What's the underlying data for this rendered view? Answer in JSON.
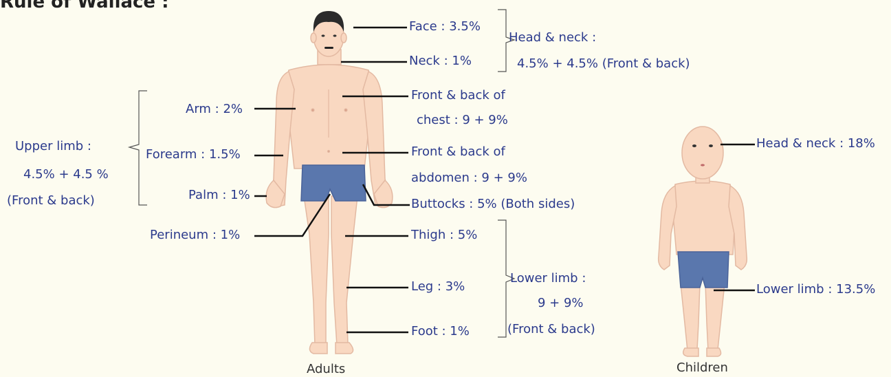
{
  "title": "Rule of Wallace :",
  "colors": {
    "label_text": "#2b3a8c",
    "skin": "#f9d8c1",
    "skin_outline": "#e3b9a2",
    "shorts": "#5a77ad",
    "hair": "#2b2b2b",
    "background": "#fdfcf0"
  },
  "adult": {
    "caption": "Adults",
    "face": "Face : 3.5%",
    "neck": "Neck : 1%",
    "head_neck_title": "Head & neck :",
    "head_neck_value": "4.5% + 4.5% (Front & back)",
    "arm": "Arm : 2%",
    "forearm": "Forearm : 1.5%",
    "palm": "Palm : 1%",
    "upper_limb_title": "Upper limb :",
    "upper_limb_value": "4.5% + 4.5 %",
    "upper_limb_note": "(Front & back)",
    "chest_line1": "Front & back of",
    "chest_line2": "chest : 9 + 9%",
    "abdomen_line1": "Front & back of",
    "abdomen_line2": "abdomen : 9 + 9%",
    "buttocks": "Buttocks : 5% (Both sides)",
    "perineum": "Perineum : 1%",
    "thigh": "Thigh : 5%",
    "leg": "Leg : 3%",
    "foot": "Foot : 1%",
    "lower_limb_title": "Lower limb :",
    "lower_limb_value": "9 + 9%",
    "lower_limb_note": "(Front & back)"
  },
  "child": {
    "caption": "Children",
    "head_neck": "Head & neck : 18%",
    "lower_limb": "Lower limb : 13.5%"
  }
}
